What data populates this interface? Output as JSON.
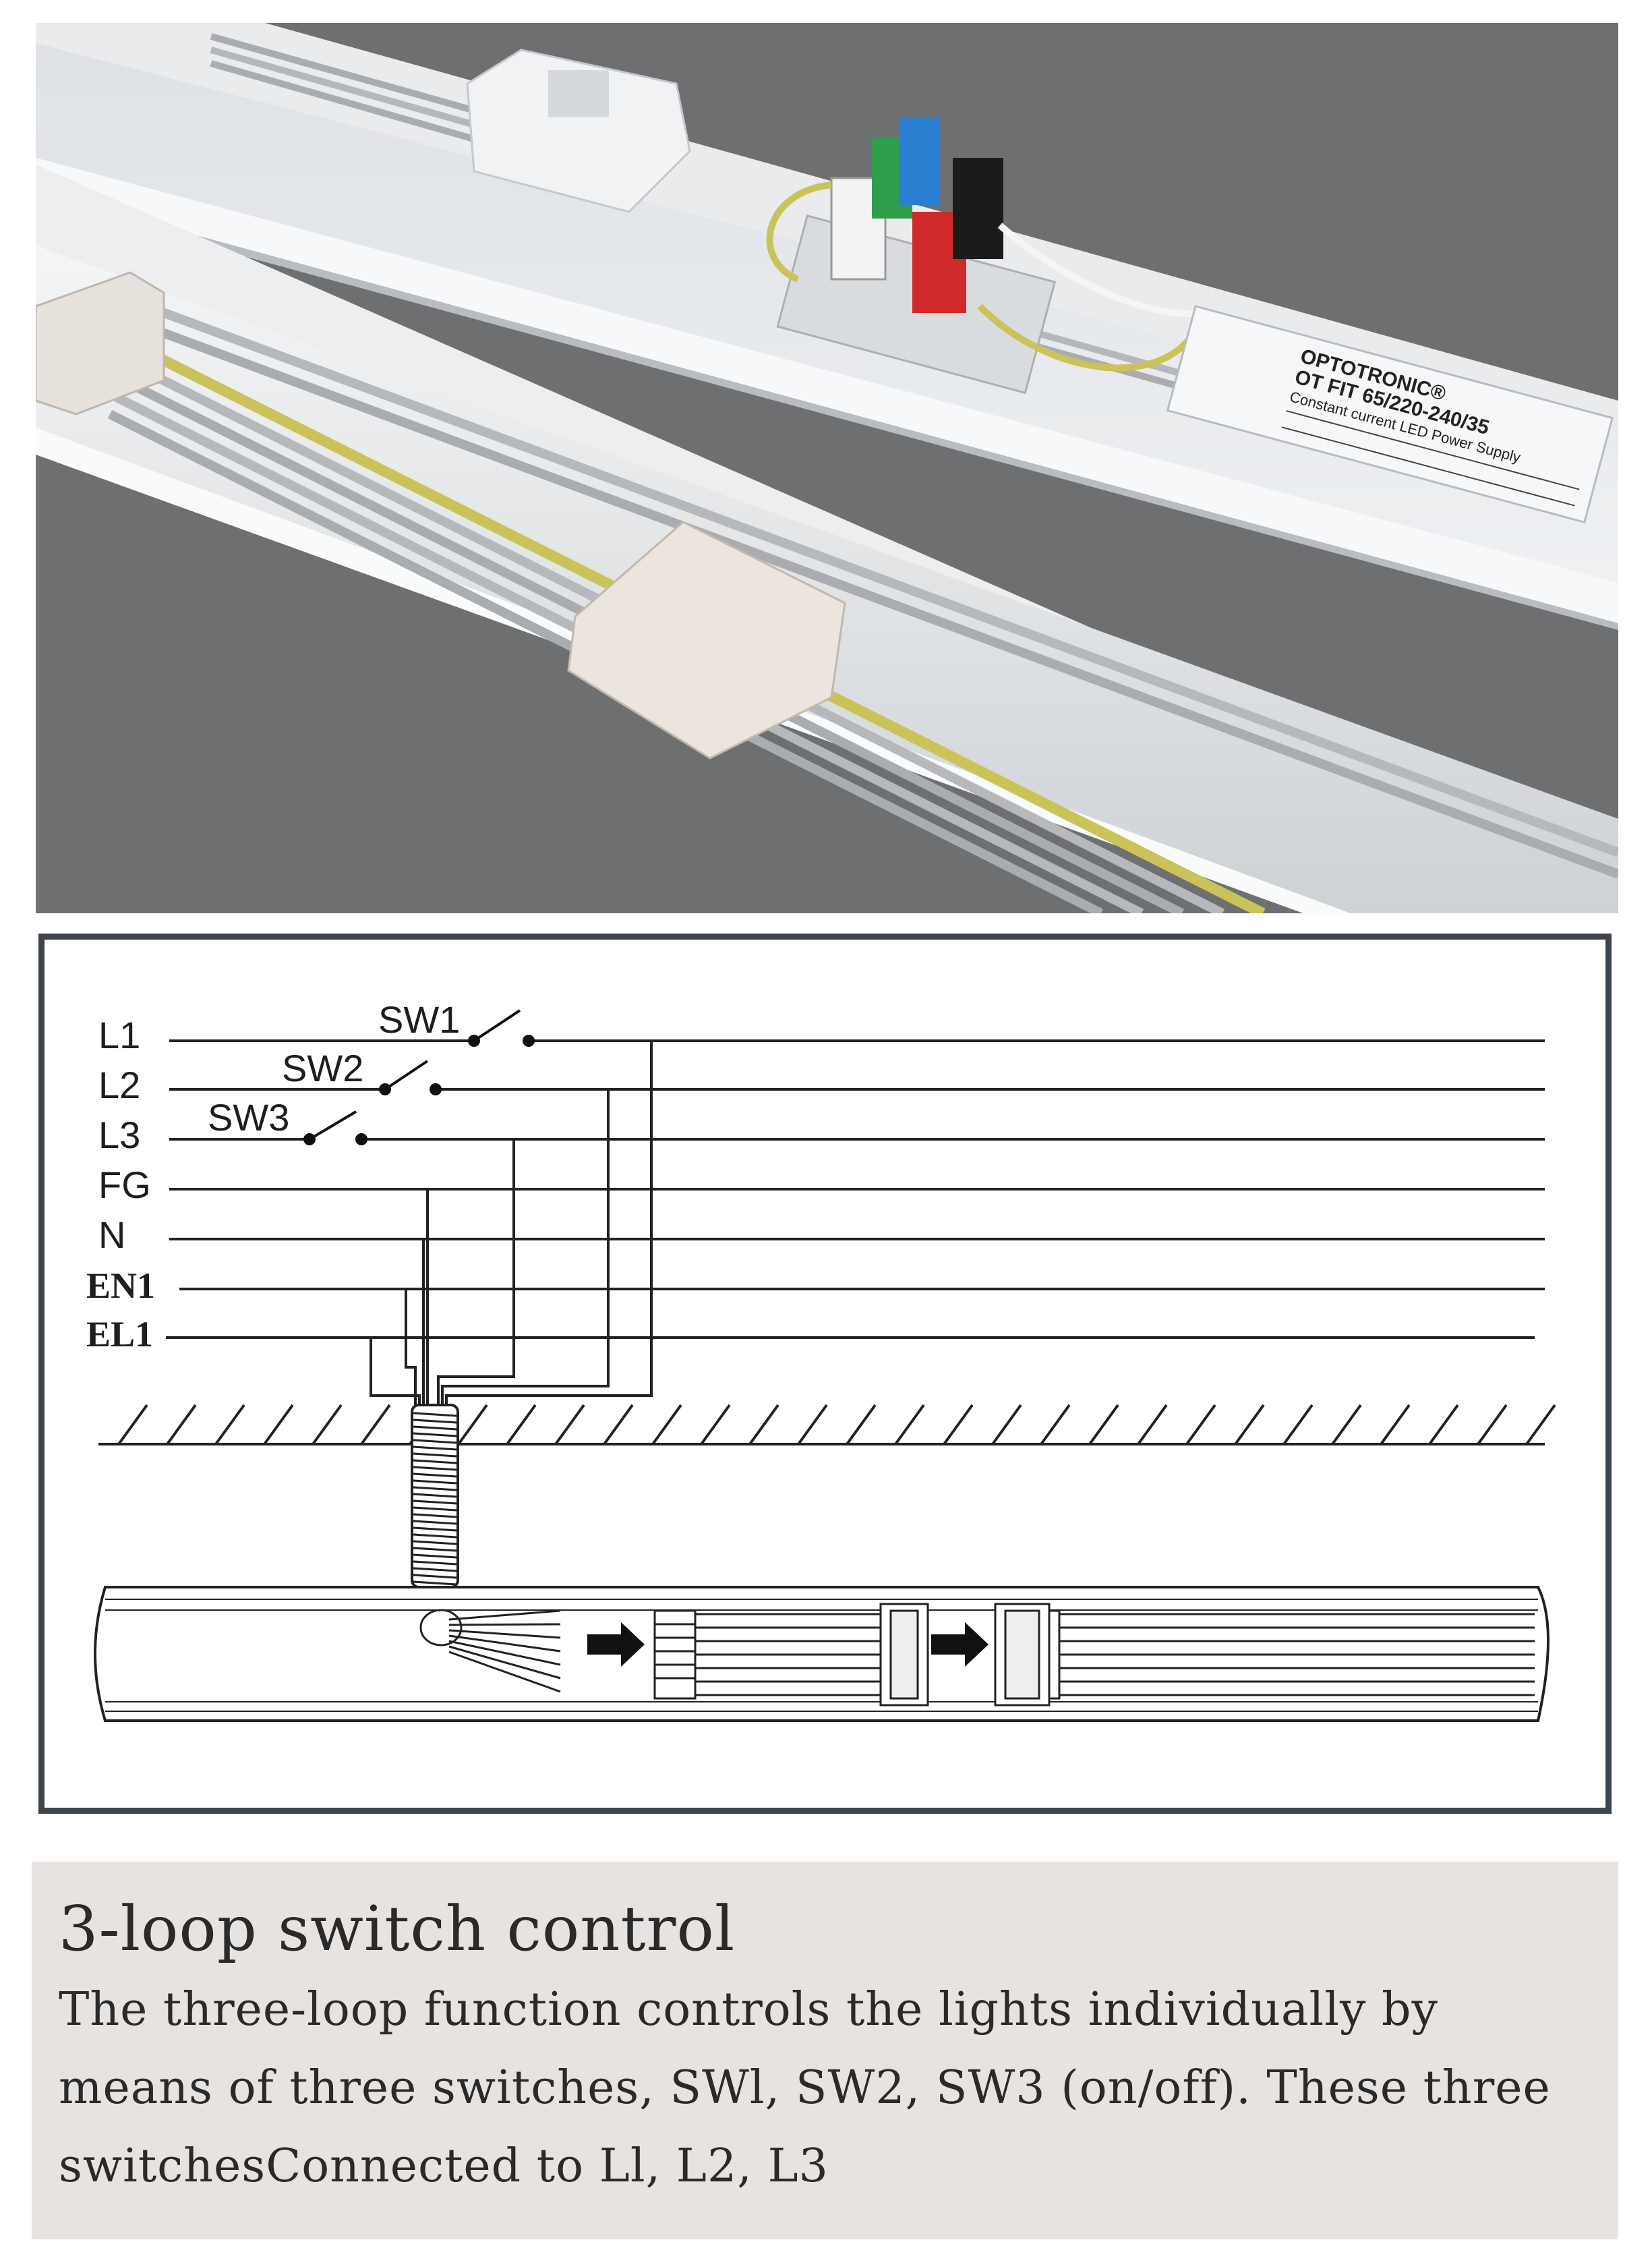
{
  "photo": {
    "description_label": "",
    "driver": {
      "brand": "OPTOTRONIC®",
      "model": "OT FIT 65/220-240/35",
      "subtitle": "Constant current LED Power Supply"
    }
  },
  "diagram": {
    "lines": [
      {
        "id": "L1",
        "label": "L1"
      },
      {
        "id": "L2",
        "label": "L2"
      },
      {
        "id": "L3",
        "label": "L3"
      },
      {
        "id": "FG",
        "label": "FG"
      },
      {
        "id": "N",
        "label": "N"
      },
      {
        "id": "EN1",
        "label": "EN1"
      },
      {
        "id": "EL1",
        "label": "EL1"
      }
    ],
    "switches": [
      {
        "id": "SW1",
        "label": "SW1",
        "line": "L1"
      },
      {
        "id": "SW2",
        "label": "SW2",
        "line": "L2"
      },
      {
        "id": "SW3",
        "label": "SW3",
        "line": "L3"
      }
    ]
  },
  "caption": {
    "title": "3-loop switch control",
    "body": "The three-loop function controls the lights individually by means of three switches, SWl, SW2, SW3 (on/off). These three switchesConnected to Ll, L2, L3"
  },
  "colors": {
    "photo_background": "#6e6f71",
    "frame_border": "#3d454b",
    "caption_background": "#e7e3e1",
    "wire_yellow": "#c9c35a",
    "terminal_blue": "#2a7fd1",
    "terminal_green": "#2f9e4a",
    "terminal_red": "#d12a2a",
    "terminal_black": "#1b1b1b"
  }
}
